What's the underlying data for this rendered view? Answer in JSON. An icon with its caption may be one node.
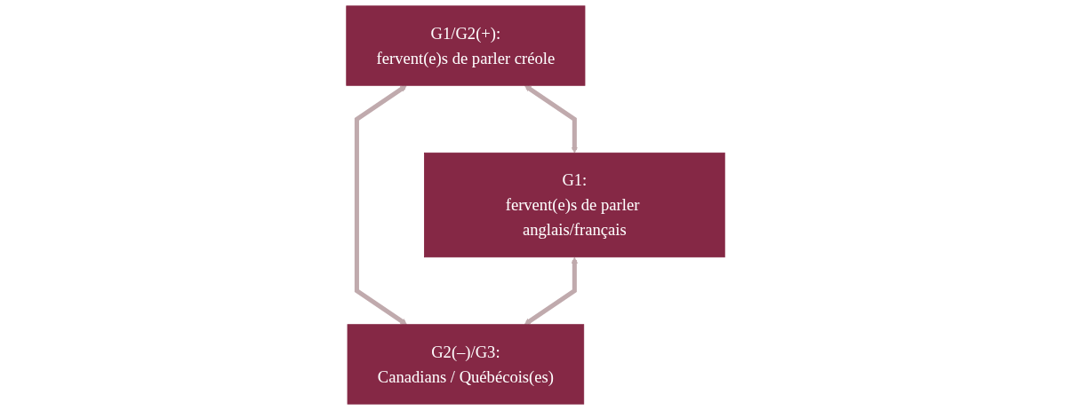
{
  "diagram": {
    "nodes": [
      {
        "text": [
          "G1/G2(+):",
          "fervent(e)s de parler créole"
        ]
      },
      {
        "text": [
          "G1:",
          "fervent(e)s de parler anglais/français"
        ]
      },
      {
        "text": [
          "G2(–)/G3:",
          "Canadians / Québécois(es)"
        ]
      }
    ],
    "edges": [
      {
        "from": 0,
        "to": 1,
        "arrow": "both"
      },
      {
        "from": 0,
        "to": 2,
        "arrow": "both"
      },
      {
        "from": 1,
        "to": 2,
        "arrow": "both"
      }
    ]
  }
}
